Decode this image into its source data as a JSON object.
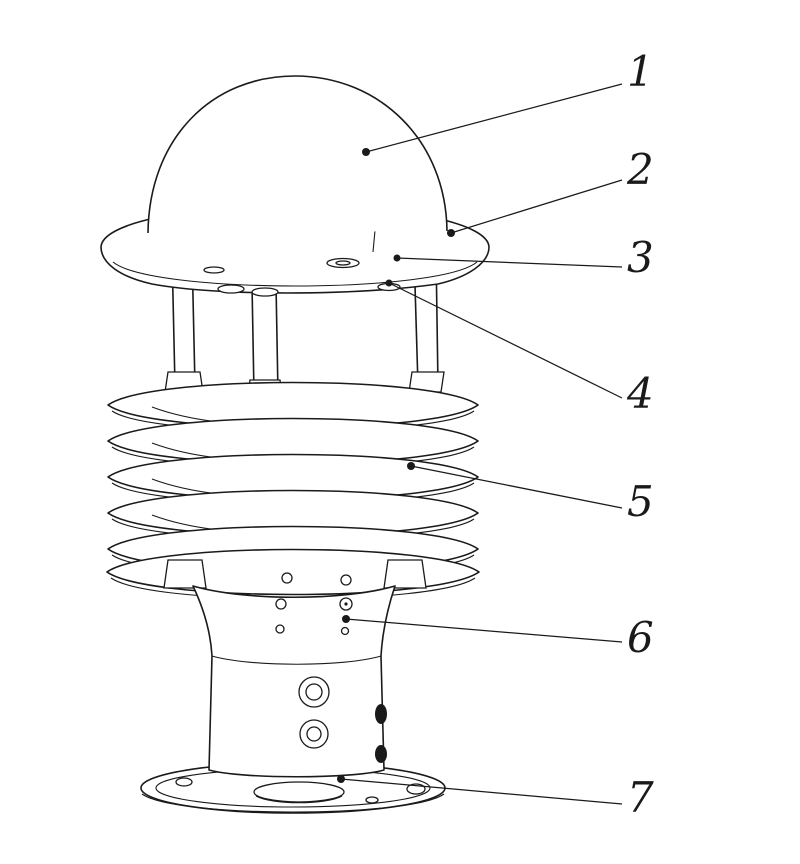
{
  "figure": {
    "type": "technical line drawing",
    "background": "#ffffff",
    "line_color": "#1a1a1a"
  },
  "callouts": [
    {
      "label": "1"
    },
    {
      "label": "2"
    },
    {
      "label": "3"
    },
    {
      "label": "4"
    },
    {
      "label": "5"
    },
    {
      "label": "6"
    },
    {
      "label": "7"
    }
  ]
}
